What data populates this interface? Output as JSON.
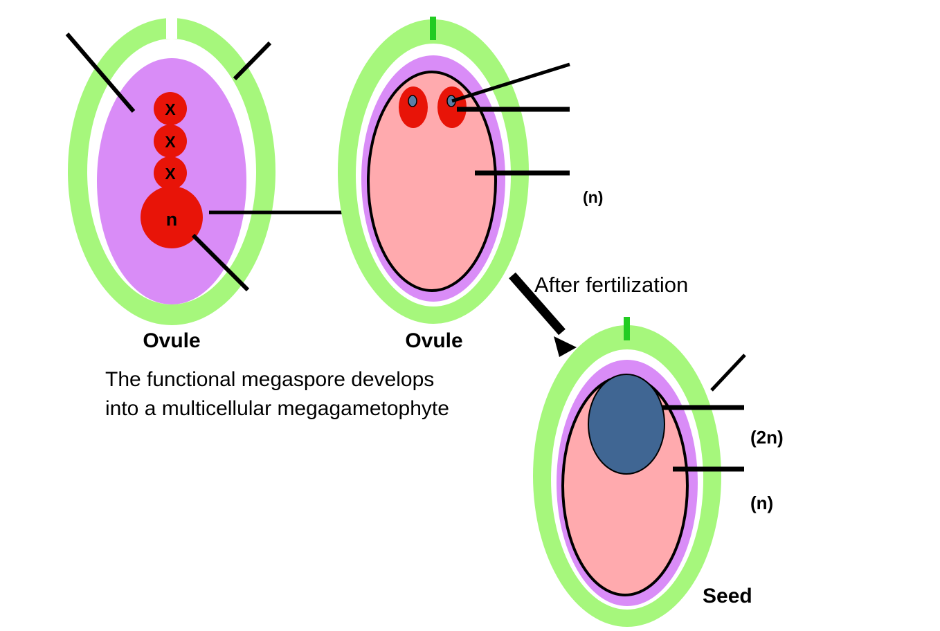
{
  "figure": {
    "title_visible": false,
    "background_color": "#ffffff"
  },
  "palette": {
    "integument_green": "#A6F77C",
    "micropyle_green": "#22CC22",
    "nucellus_purple": "#D98CF7",
    "megagametophyte_pink": "#FFAAAE",
    "spore_red": "#E81408",
    "egg_nucleus_blue": "#5A7FA6",
    "embryo_blue": "#406693",
    "outline_black": "#000000",
    "text_black": "#000000",
    "gap_white": "#ffffff"
  },
  "stage1": {
    "name": "ovule-with-megaspores",
    "caption": "Ovule",
    "megaspores": [
      {
        "label": "X",
        "label_color": "#000000",
        "state": "degenerating"
      },
      {
        "label": "X",
        "label_color": "#000000",
        "state": "degenerating"
      },
      {
        "label": "X",
        "label_color": "#000000",
        "state": "degenerating"
      },
      {
        "label": "n",
        "label_color": "#ffffff",
        "state": "functional"
      }
    ],
    "leader_lines": [
      {
        "name": "nucellus-leader",
        "style": "diagonal"
      },
      {
        "name": "integument-leader",
        "style": "diagonal"
      },
      {
        "name": "functional-megaspore-leader",
        "style": "diagonal"
      }
    ],
    "micropyle": "gap-at-apex"
  },
  "stage2": {
    "name": "ovule-with-megagametophyte",
    "caption": "Ovule",
    "egg_cells": [
      {
        "name": "egg-cell-left",
        "has_nucleus": true
      },
      {
        "name": "egg-cell-right",
        "has_nucleus": true
      }
    ],
    "ploidy_label": "(n)",
    "leader_lines": [
      {
        "name": "egg-nucleus-leader",
        "style": "diagonal"
      },
      {
        "name": "egg-cell-leader",
        "style": "horizontal"
      },
      {
        "name": "megagametophyte-leader",
        "style": "horizontal"
      }
    ],
    "micropyle": "green-tick-at-apex"
  },
  "stage3": {
    "name": "seed",
    "caption": "Seed",
    "embryo": {
      "name": "embryo",
      "ploidy_label": "(2n)"
    },
    "megagametophyte": {
      "name": "megagametophyte-tissue",
      "ploidy_label": "(n)"
    },
    "leader_lines": [
      {
        "name": "seed-coat-leader",
        "style": "diagonal"
      },
      {
        "name": "embryo-leader",
        "style": "horizontal"
      },
      {
        "name": "megagametophyte-leader",
        "style": "horizontal"
      }
    ],
    "micropyle": "green-tick-at-apex"
  },
  "annotations": {
    "megaspore_note_line1": "The functional megaspore develops",
    "megaspore_note_line2": "into a multicellular megagametophyte",
    "fertilization_label": "After fertilization",
    "transition_arrow_1": "megaspore-to-megagametophyte-arrow",
    "transition_arrow_2": "after-fertilization-arrow"
  }
}
